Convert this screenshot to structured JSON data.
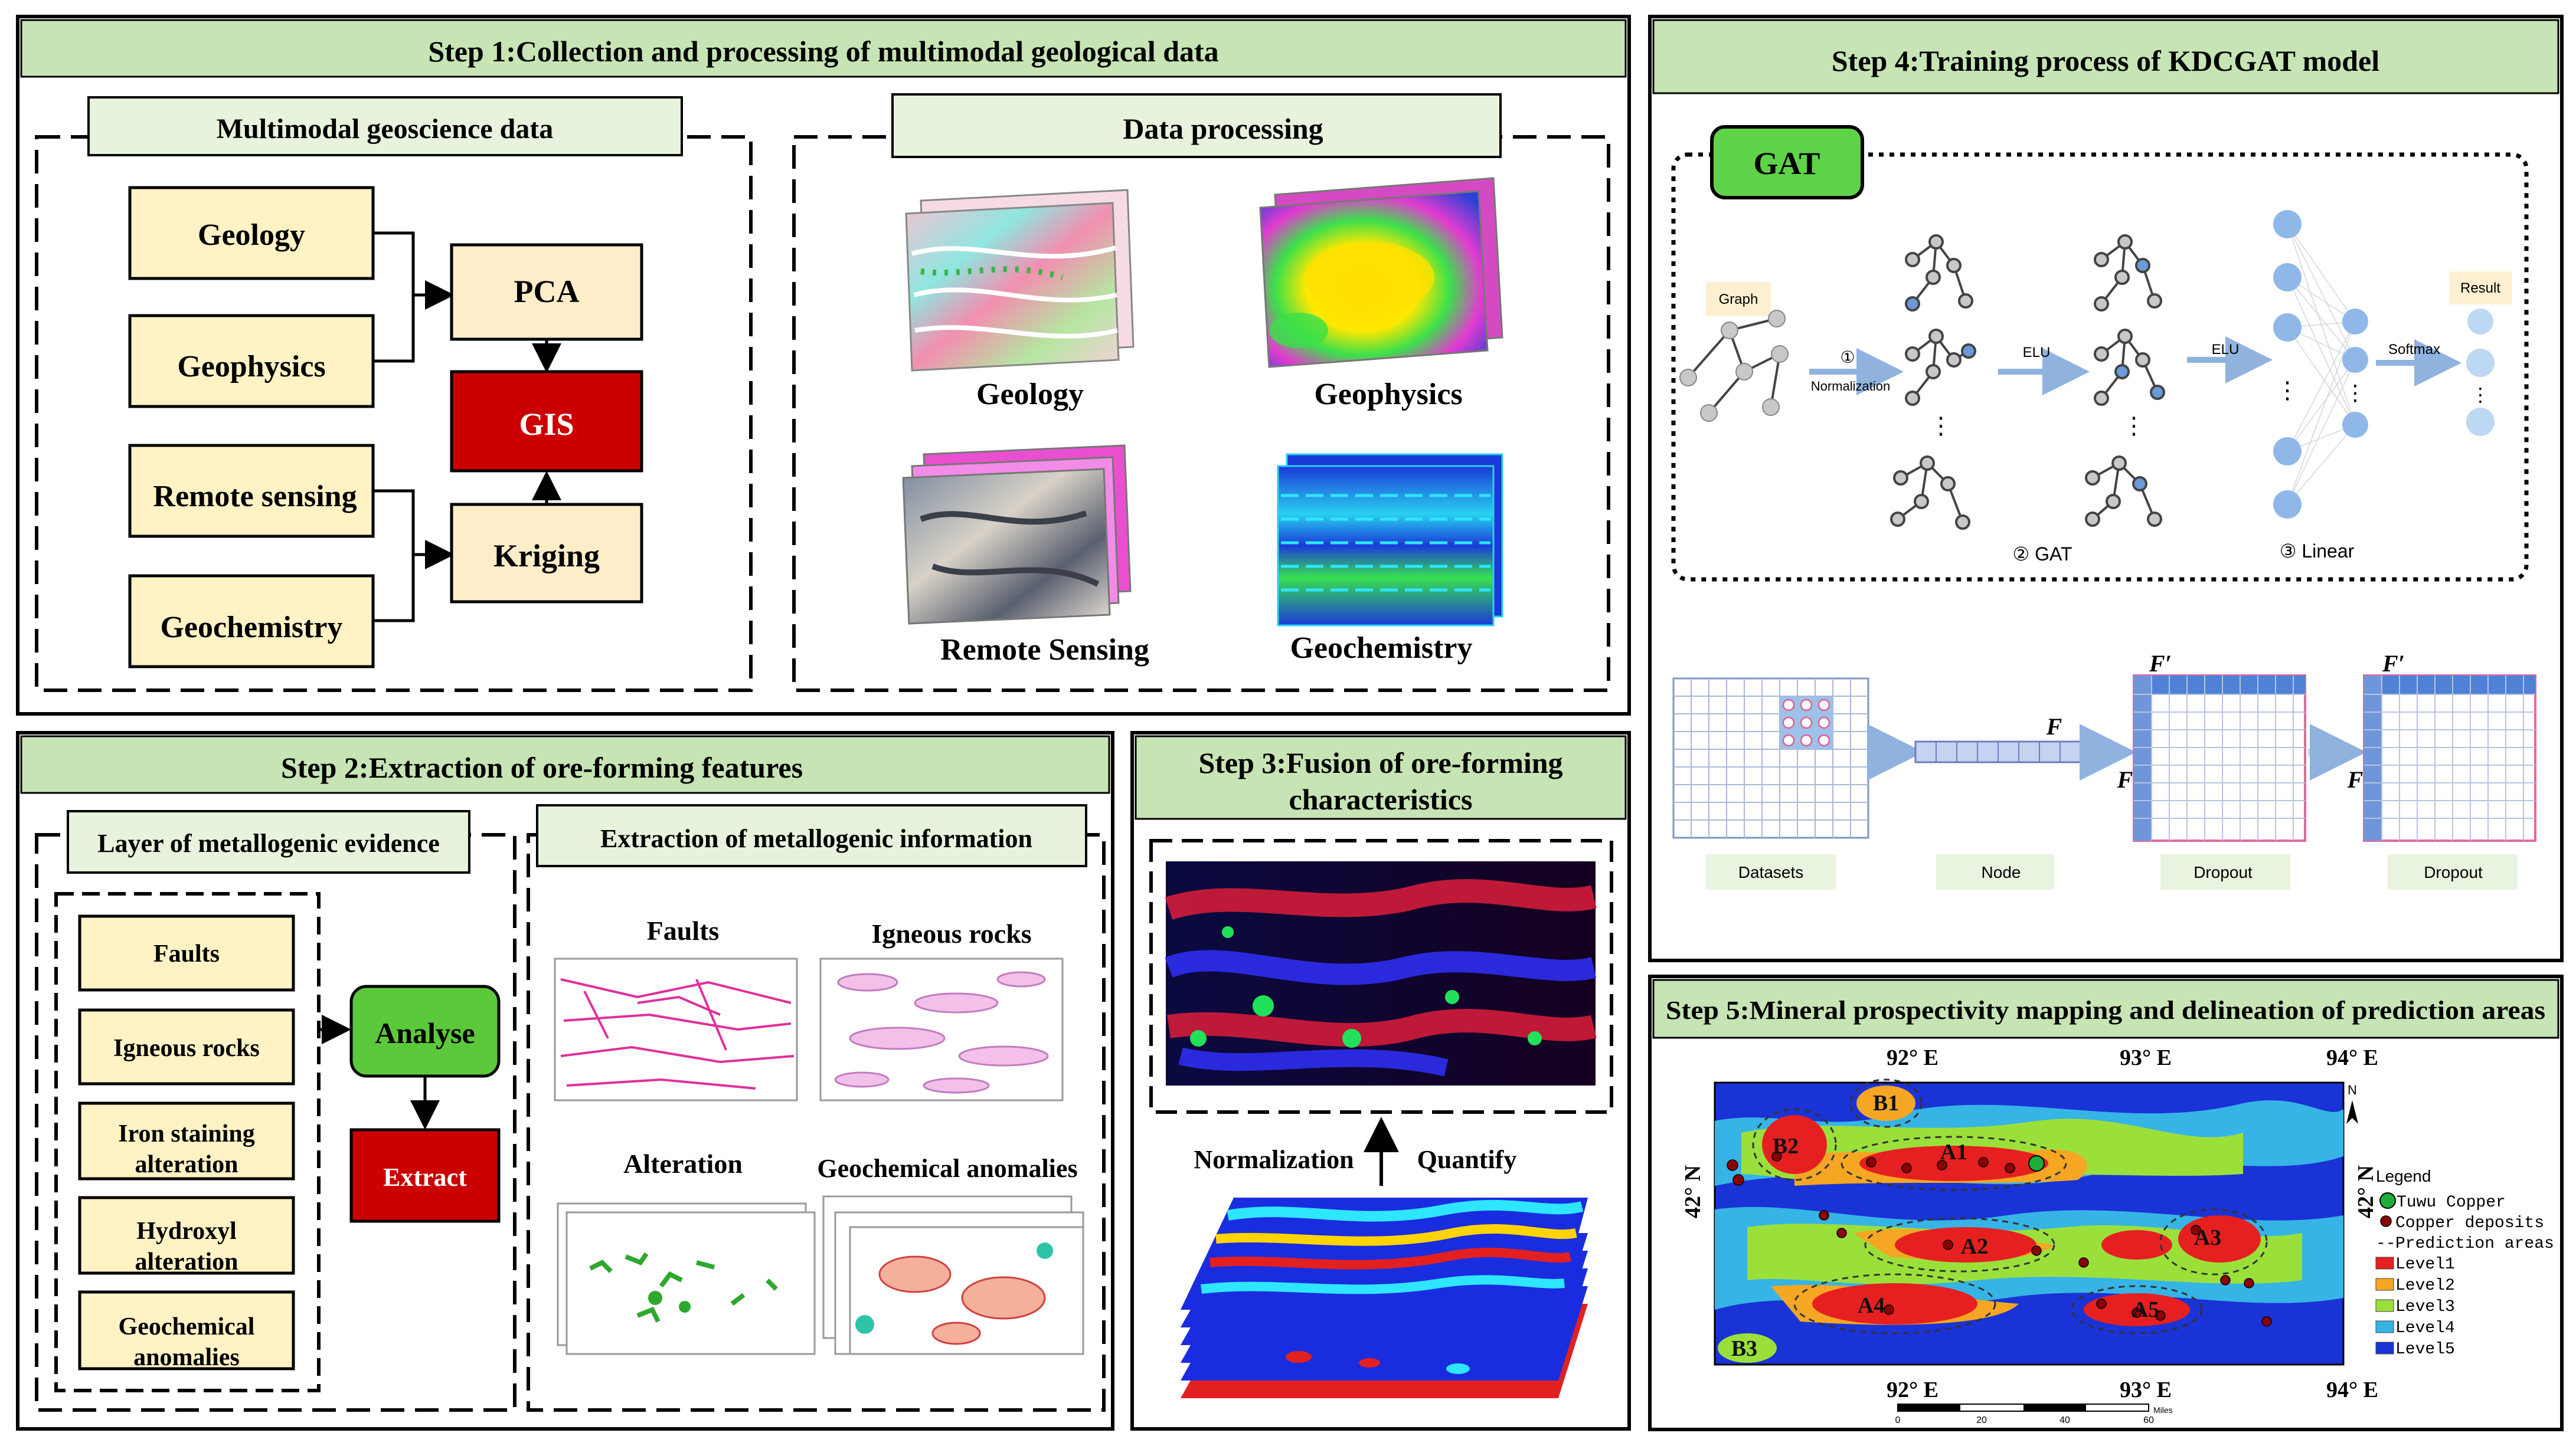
{
  "step1": {
    "title": "Step 1:Collection and processing of multimodal geological data",
    "multimodal_title": "Multimodal geoscience data",
    "processing_title": "Data processing",
    "sources": [
      "Geology",
      "Geophysics",
      "Remote sensing",
      "Geochemistry"
    ],
    "pca": "PCA",
    "gis": "GIS",
    "kriging": "Kriging",
    "processed_labels": [
      "Geology",
      "Geophysics",
      "Remote Sensing",
      "Geochemistry"
    ]
  },
  "step2": {
    "title": "Step 2:Extraction of ore-forming features",
    "layer_title": "Layer of metallogenic evidence",
    "extraction_title": "Extraction of metallogenic information",
    "evidence": [
      "Faults",
      "Igneous rocks",
      "Iron staining alteration",
      "Hydroxyl alteration",
      "Geochemical anomalies"
    ],
    "analyse": "Analyse",
    "extract": "Extract",
    "map_labels": [
      "Faults",
      "Igneous rocks",
      "Alteration",
      "Geochemical anomalies"
    ]
  },
  "step3": {
    "title": "Step 3:Fusion of ore-forming characteristics",
    "normalization": "Normalization",
    "quantify": "Quantify"
  },
  "step4": {
    "title": "Step 4:Training process of KDCGAT model",
    "gat": "GAT",
    "graph": "Graph",
    "step1_num": "①",
    "normalization": "Normalization",
    "elu": "ELU",
    "softmax": "Softmax",
    "result": "Result",
    "gat_label": "② GAT",
    "linear_label": "③ Linear",
    "f_label": "F",
    "f_prime": "F′",
    "bottom_labels": [
      "Datasets",
      "Node",
      "Dropout",
      "Dropout"
    ]
  },
  "step5": {
    "title": "Step 5:Mineral prospectivity mapping and delineation of prediction areas",
    "top_ticks": [
      "92° E",
      "93° E",
      "94° E"
    ],
    "bottom_ticks": [
      "92° E",
      "93° E",
      "94° E"
    ],
    "lat_left": "42° N",
    "lat_right": "42° N",
    "north": "N",
    "areas": [
      "B1",
      "B2",
      "A1",
      "A2",
      "A3",
      "A4",
      "A5",
      "B3"
    ],
    "legend_title": "Legend",
    "legend_items": [
      "Tuwu Copper",
      "Copper deposits",
      "Prediction areas",
      "Level1",
      "Level2",
      "Level3",
      "Level4",
      "Level5"
    ],
    "legend_colors": [
      "#e62020",
      "#f5a623",
      "#9be03a",
      "#36b4e6",
      "#1a33d6"
    ],
    "scale_labels": [
      "0",
      "20",
      "40",
      "60"
    ],
    "scale_unit": "Miles"
  },
  "colors": {
    "header_green": "#c6e4b4",
    "light_yellow": "#fff2c4",
    "cream": "#fdedc9",
    "gis_red": "#cc0000",
    "analyse_green": "#5cc83c",
    "gat_green": "#5fd348"
  }
}
